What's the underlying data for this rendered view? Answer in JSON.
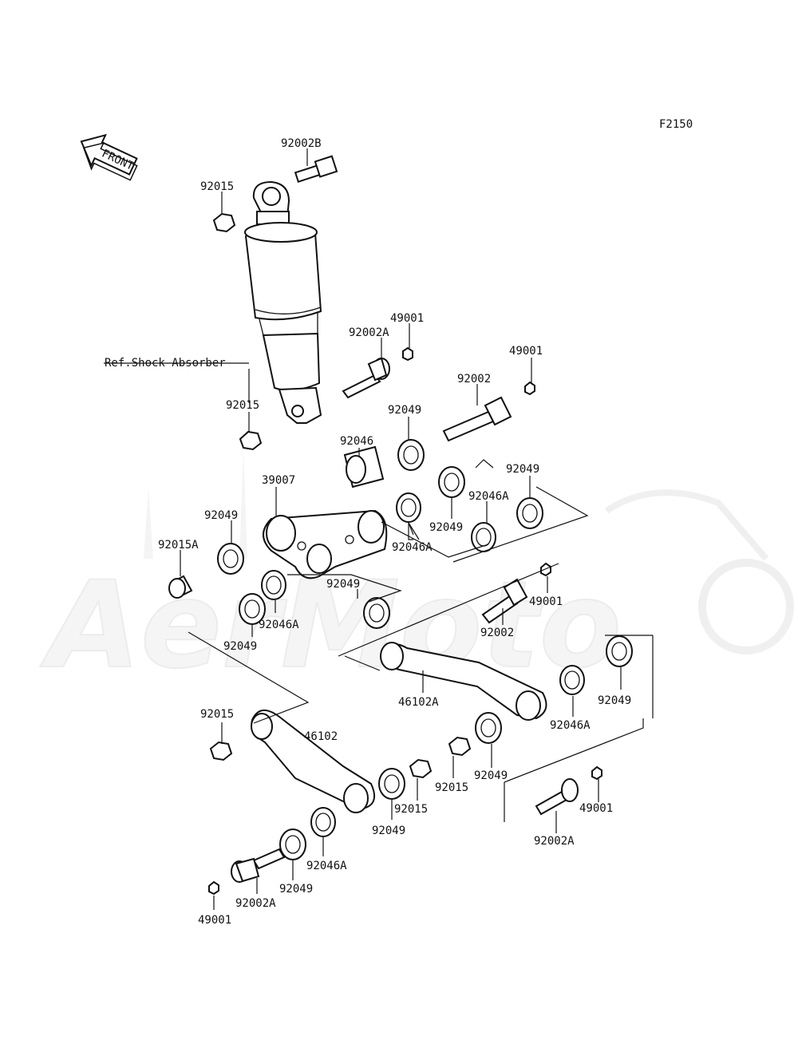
{
  "figure_code": "F2150",
  "front_arrow_label": "FRONT",
  "ref_label": "Ref.Shock Absorber",
  "watermark": "AerMoto",
  "labels": {
    "l_92002B": "92002B",
    "l_92015_top": "92015",
    "l_49001_a": "49001",
    "l_92002A_a": "92002A",
    "l_49001_b": "49001",
    "l_92002_a": "92002",
    "l_92015_mid": "92015",
    "l_92049_a": "92049",
    "l_92046": "92046",
    "l_92049_b": "92049",
    "l_39007": "39007",
    "l_92046A_a": "92046A",
    "l_92049_c": "92049",
    "l_92049_d": "92049",
    "l_92015A": "92015A",
    "l_92046A_b": "92046A",
    "l_92049_e": "92049",
    "l_49001_c": "49001",
    "l_92046A_c": "92046A",
    "l_92002_b": "92002",
    "l_92049_f": "92049",
    "l_46102A": "46102A",
    "l_92049_g": "92049",
    "l_92046A_d": "92046A",
    "l_92015_low": "92015",
    "l_46102": "46102",
    "l_92049_h": "92049",
    "l_92015_c": "92015",
    "l_92015_d": "92015",
    "l_49001_d": "49001",
    "l_92049_i": "92049",
    "l_92002A_b": "92002A",
    "l_92046A_e": "92046A",
    "l_92049_j": "92049",
    "l_92002A_c": "92002A",
    "l_49001_e": "49001"
  }
}
